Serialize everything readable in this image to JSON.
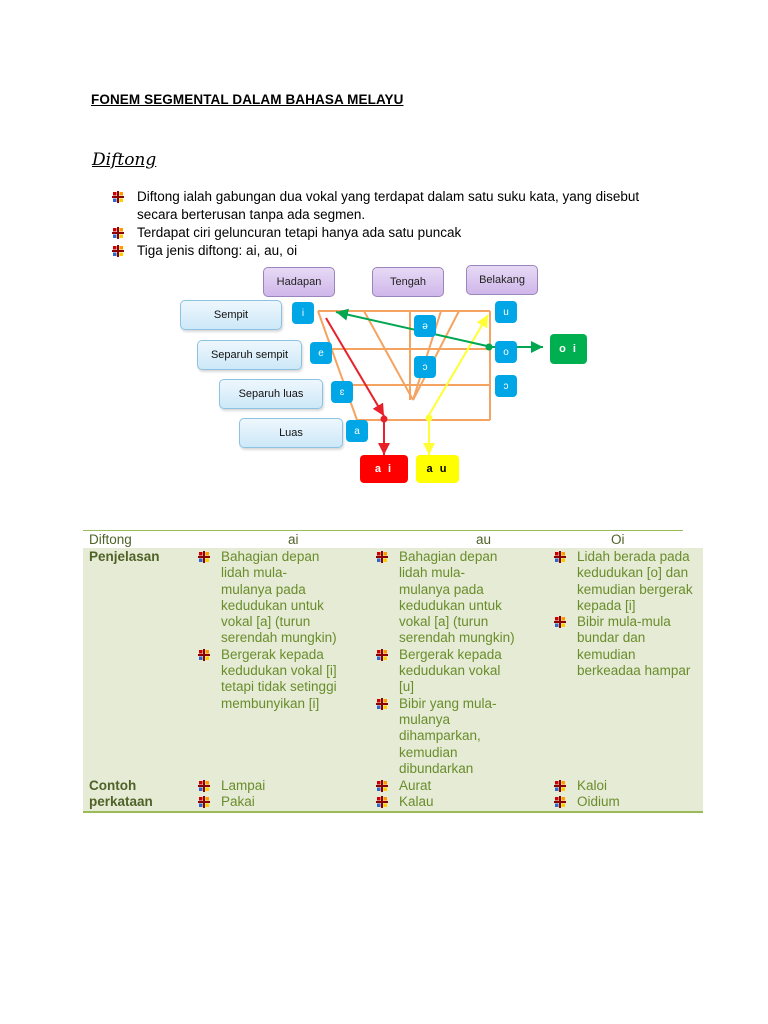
{
  "document": {
    "title": "FONEM SEGMENTAL DALAM BAHASA MELAYU",
    "heading": "Diftong",
    "bullets": [
      "Diftong ialah gabungan dua vokal yang terdapat dalam satu suku kata, yang disebut secara berterusan tanpa ada segmen.",
      "Terdapat ciri geluncuran tetapi hanya ada satu puncak",
      "Tiga jenis diftong: ai, au, oi"
    ]
  },
  "diagram": {
    "columns": [
      "Hadapan",
      "Tengah",
      "Belakang"
    ],
    "rows": [
      "Sempit",
      "Separuh sempit",
      "Separuh luas",
      "Luas"
    ],
    "front_vowels": [
      "i",
      "e",
      "ɛ",
      "a"
    ],
    "central_vowels": [
      "ə",
      "ɔ"
    ],
    "back_vowels": [
      "u",
      "o",
      "ɔ"
    ],
    "results": {
      "ai": "a i",
      "au": "a u",
      "oi": "o i"
    },
    "colors": {
      "grid": "#f4a460",
      "ai_arrow": "#e8202a",
      "au_arrow": "#ffff33",
      "oi_arrow": "#00a650",
      "vowel_box": "#00a6e6"
    }
  },
  "table": {
    "headers": [
      "Diftong",
      "ai",
      "au",
      "Oi"
    ],
    "row_labels": {
      "penjelasan": "Penjelasan",
      "contoh": [
        "Contoh",
        "perkataan"
      ]
    },
    "penjelasan": {
      "ai": [
        [
          "Bahagian depan",
          "lidah mula-",
          "mulanya pada",
          "kedudukan untuk",
          "vokal [a] (turun",
          "serendah mungkin)"
        ],
        [
          "Bergerak kepada",
          "kedudukan vokal [i]",
          "tetapi tidak setinggi",
          "membunyikan [i]"
        ]
      ],
      "au": [
        [
          "Bahagian depan",
          "lidah mula-",
          "mulanya pada",
          "kedudukan untuk",
          "vokal [a] (turun",
          "serendah mungkin)"
        ],
        [
          "Bergerak kepada",
          "kedudukan vokal",
          "[u]"
        ],
        [
          "Bibir yang mula-",
          "mulanya",
          "dihamparkan,",
          "kemudian",
          "dibundarkan"
        ]
      ],
      "oi": [
        [
          "Lidah berada pada",
          "kedudukan [o] dan",
          "kemudian bergerak",
          "kepada [i]"
        ],
        [
          "Bibir mula-mula",
          "bundar dan",
          "kemudian",
          "berkeadaa hampar"
        ]
      ]
    },
    "contoh": {
      "ai": [
        "Lampai",
        "Pakai"
      ],
      "au": [
        "Aurat",
        "Kalau"
      ],
      "oi": [
        "Kaloi",
        "Oidium"
      ]
    },
    "colors": {
      "body_bg": "#e5ebd4",
      "text": "#6a8d2c",
      "header": "#4f6228",
      "rule": "#9bbb59"
    }
  }
}
